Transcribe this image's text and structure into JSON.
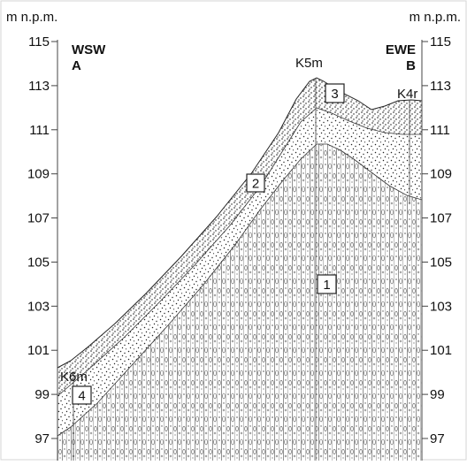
{
  "axis": {
    "unit_left": "m n.p.m.",
    "unit_right": "m n.p.m.",
    "ticks": [
      115,
      113,
      111,
      109,
      107,
      105,
      103,
      101,
      99,
      97
    ],
    "range": [
      96.2,
      115.4
    ]
  },
  "profile": {
    "left_direction": "WSW",
    "left_point": "A",
    "right_direction": "EWE",
    "right_point": "B"
  },
  "boreholes": [
    {
      "label": "K6m"
    },
    {
      "label": "K5m"
    },
    {
      "label": "K4r"
    }
  ],
  "layers": [
    {
      "number": "1"
    },
    {
      "number": "2"
    },
    {
      "number": "3"
    },
    {
      "number": "4"
    }
  ]
}
